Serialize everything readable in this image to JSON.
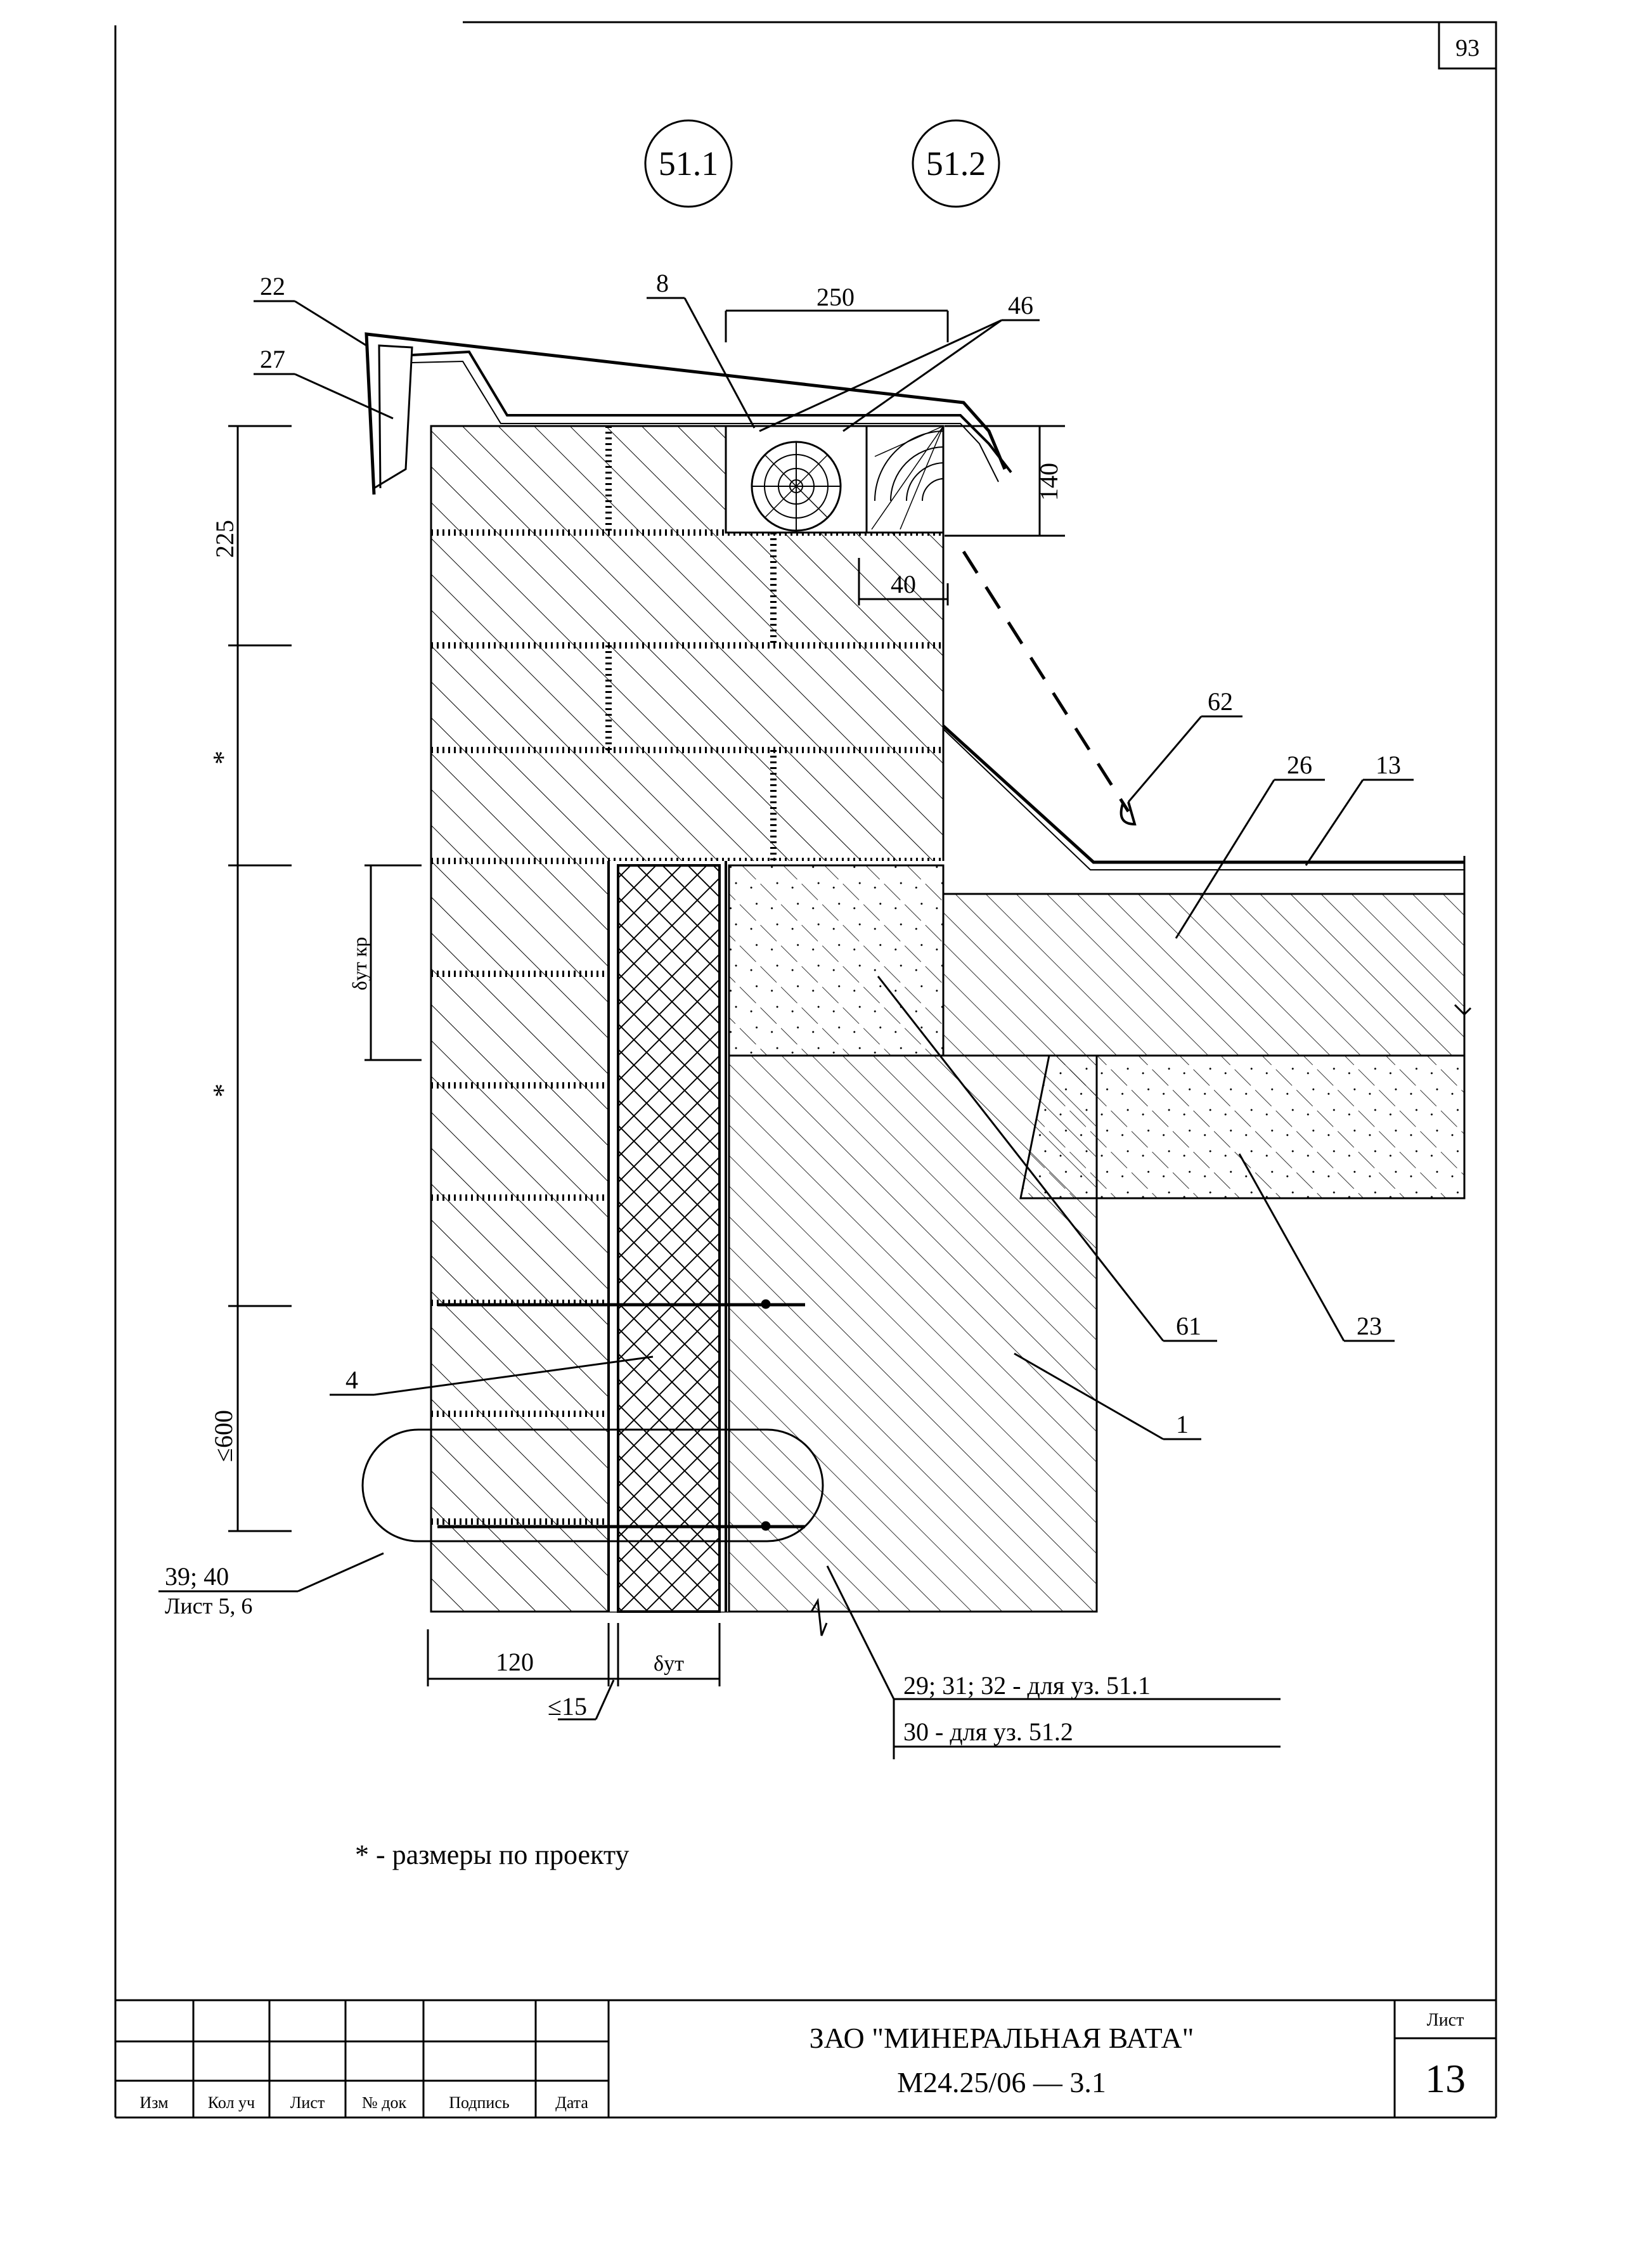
{
  "page_number": "93",
  "node_labels": {
    "node1": "51.1",
    "node2": "51.2"
  },
  "callouts": {
    "c22": "22",
    "c27": "27",
    "c8": "8",
    "c46": "46",
    "c62": "62",
    "c26": "26",
    "c13": "13",
    "c61": "61",
    "c23": "23",
    "c1": "1",
    "c4": "4",
    "c39": "39; 40",
    "c39b": "Лист 5, 6",
    "c29": "29; 31; 32 - для уз. 51.1",
    "c30": "30 - для уз. 51.2"
  },
  "dimensions": {
    "d250": "250",
    "d140": "140",
    "d40": "40",
    "d225": "225",
    "star1": "*",
    "star2": "*",
    "d600": "≤600",
    "d_insul_cr": "δут кр",
    "d120": "120",
    "d15": "≤15",
    "d_insul": "δут"
  },
  "note": "* - размеры по проекту",
  "title_block": {
    "company": "ЗАО \"МИНЕРАЛЬНАЯ ВАТА\"",
    "doc_code": "М24.25/06 — 3.1",
    "sheet_label": "Лист",
    "sheet_number": "13",
    "headers": [
      "Изм",
      "Кол уч",
      "Лист",
      "№ док",
      "Подпись",
      "Дата"
    ]
  }
}
